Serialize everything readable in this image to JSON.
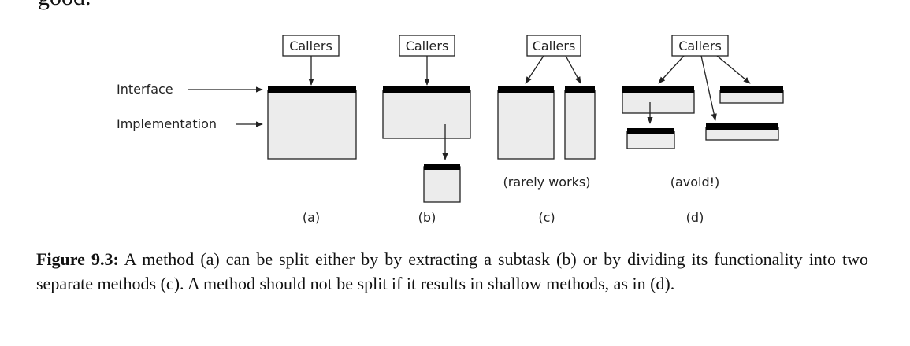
{
  "page_top_fragment": "good.",
  "labels": {
    "interface": "Interface",
    "implementation": "Implementation"
  },
  "panels": {
    "a": {
      "caller": "Callers",
      "sublabel": "(a)",
      "note": ""
    },
    "b": {
      "caller": "Callers",
      "sublabel": "(b)",
      "note": ""
    },
    "c": {
      "caller": "Callers",
      "sublabel": "(c)",
      "note": "(rarely works)"
    },
    "d": {
      "caller": "Callers",
      "sublabel": "(d)",
      "note": "(avoid!)"
    }
  },
  "caption": {
    "label": "Figure 9.3:",
    "text": " A method (a) can be split either by by extracting a subtask (b) or by dividing its functionality into two separate methods (c). A method should not be split if it results in shallow methods, as in (d)."
  },
  "colors": {
    "box_fill": "#ececec",
    "interface_bar": "#000000",
    "line": "#222222"
  }
}
